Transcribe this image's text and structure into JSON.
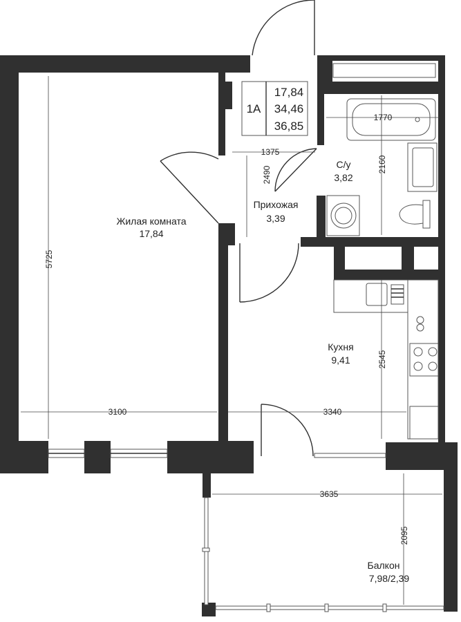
{
  "apartment": {
    "type_label": "1А",
    "areas": [
      "17,84",
      "34,46",
      "36,85"
    ]
  },
  "rooms": {
    "living": {
      "name": "Жилая комната",
      "area": "17,84"
    },
    "hallway": {
      "name": "Прихожая",
      "area": "3,39"
    },
    "bathroom": {
      "name": "С/у",
      "area": "3,82"
    },
    "kitchen": {
      "name": "Кухня",
      "area": "9,41"
    },
    "balcony": {
      "name": "Балкон",
      "area": "7,98/2,39"
    }
  },
  "dimensions": {
    "living_height": "5725",
    "living_width": "3100",
    "kitchen_width": "3340",
    "kitchen_depth": "2545",
    "hall_depth": "2490",
    "hall_width": "1375",
    "bath_width": "1770",
    "bath_depth": "2160",
    "balcony_width": "3635",
    "balcony_depth": "2095"
  },
  "colors": {
    "wall": "#303030",
    "background": "#ffffff"
  },
  "icons": [
    "bathtub-icon",
    "sink-icon",
    "toilet-icon",
    "washing-machine-icon",
    "stove-icon",
    "kitchen-sink-icon",
    "door-swing-icon"
  ]
}
